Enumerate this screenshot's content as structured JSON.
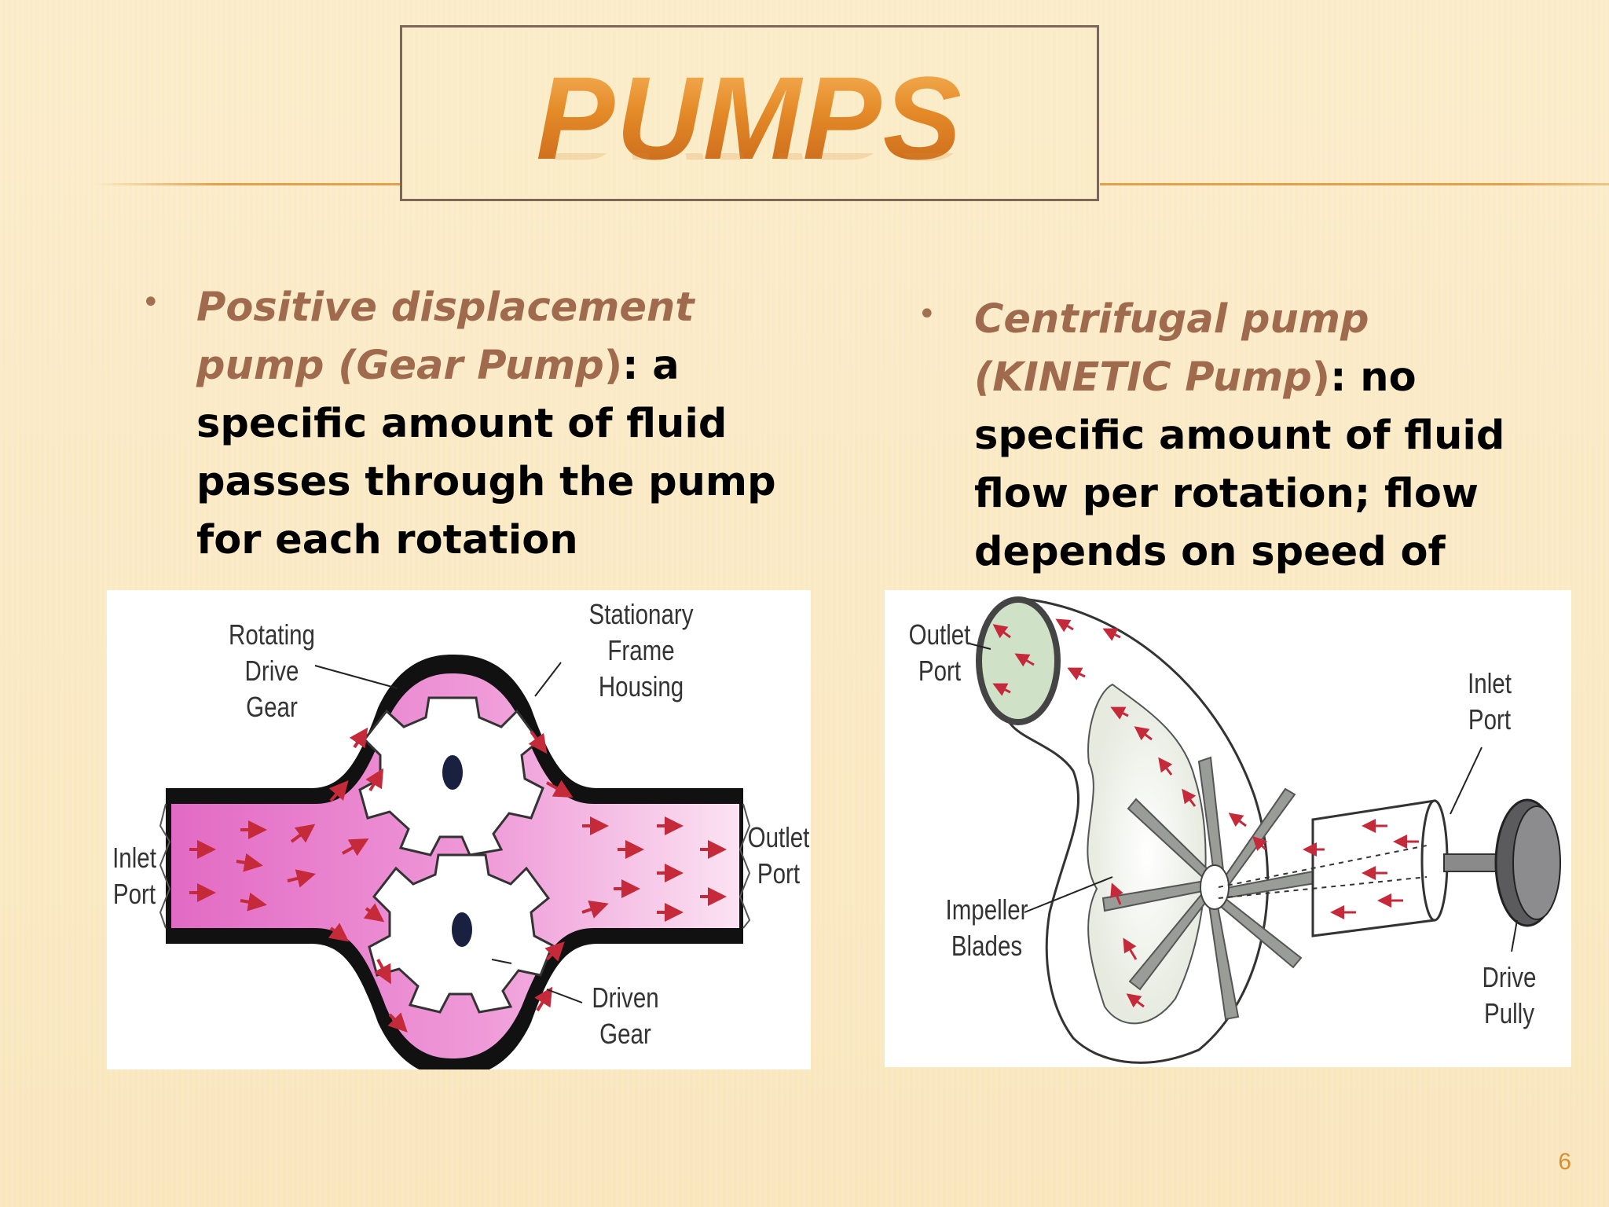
{
  "slide": {
    "title": "PUMPS",
    "page_number": "6"
  },
  "left_column": {
    "term": "Positive displacement pump (Gear Pump",
    "term_close": ")",
    "description": ":  a specific amount of fluid passes through the pump for each rotation",
    "diagram_labels": {
      "rotating_drive_gear": [
        "Rotating",
        "Drive",
        "Gear"
      ],
      "stationary_frame_housing": [
        "Stationary",
        "Frame",
        "Housing"
      ],
      "inlet_port": [
        "Inlet",
        "Port"
      ],
      "outlet_port": [
        "Outlet",
        "Port"
      ],
      "driven_gear": [
        "Driven",
        "Gear"
      ]
    }
  },
  "right_column": {
    "term": "Centrifugal pump (KINETIC Pump",
    "term_close": ")",
    "description": ":  no specific amount of fluid flow per rotation; flow depends on speed of",
    "diagram_labels": {
      "outlet_port": [
        "Outlet",
        "Port"
      ],
      "inlet_port": [
        "Inlet",
        "Port"
      ],
      "impeller_blades": [
        "Impeller",
        "Blades"
      ],
      "drive_pully": [
        "Drive",
        "Pully"
      ]
    }
  },
  "colors": {
    "background": "#fbeac6",
    "title_orange": "#e48a28",
    "term_brown": "#a06a4e",
    "accent_line": "#e3a04a",
    "gear_fluid_pink": "#e98ad0",
    "arrow_red": "#c42a3a"
  }
}
